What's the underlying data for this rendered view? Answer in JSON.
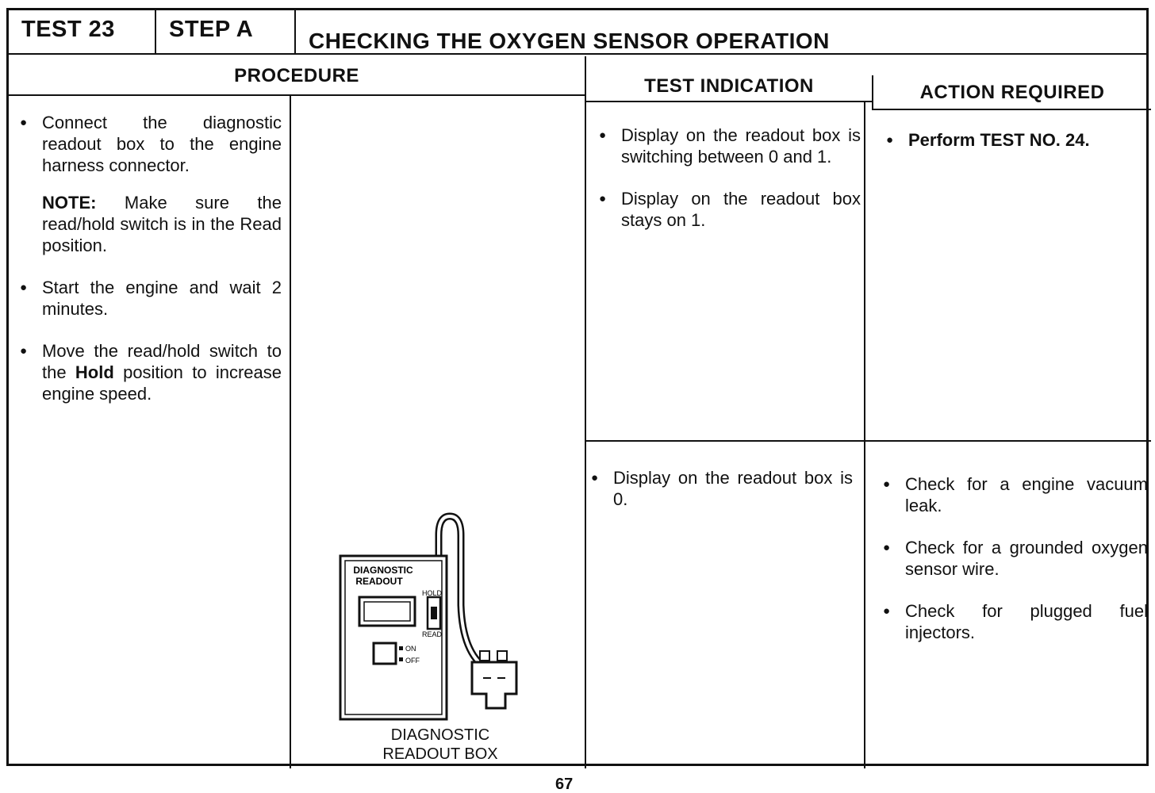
{
  "header": {
    "test": "TEST 23",
    "step": "STEP A",
    "title": "CHECKING THE OXYGEN SENSOR OPERATION"
  },
  "columns": {
    "procedure": "PROCEDURE",
    "indication": "TEST INDICATION",
    "action": "ACTION REQUIRED"
  },
  "procedure": {
    "step1": "Connect the diagnostic readout box to the engine harness connector.",
    "note_label": "NOTE:",
    "note_text": " Make sure the read/hold switch is in the Read position.",
    "step2": "Start the engine and wait 2 minutes.",
    "step3_pre": "Move the read/hold switch to the ",
    "step3_bold": "Hold",
    "step3_post": " position to increase engine speed."
  },
  "indication_upper": [
    "Display on the readout box is switching between 0 and 1.",
    "Display on the readout box stays on 1."
  ],
  "action_upper": [
    "Perform TEST NO. 24."
  ],
  "indication_lower": [
    "Display on the readout box is 0."
  ],
  "action_lower": [
    "Check for a engine vacuum leak.",
    "Check for a grounded oxygen sensor wire.",
    "Check for plugged fuel injectors."
  ],
  "device": {
    "label_line1": "DIAGNOSTIC",
    "label_line2": "READOUT",
    "hold": "HOLD",
    "read": "READ",
    "on": "ON",
    "off": "OFF"
  },
  "caption": {
    "line1": "DIAGNOSTIC",
    "line2": "READOUT BOX"
  },
  "page_number": "67"
}
